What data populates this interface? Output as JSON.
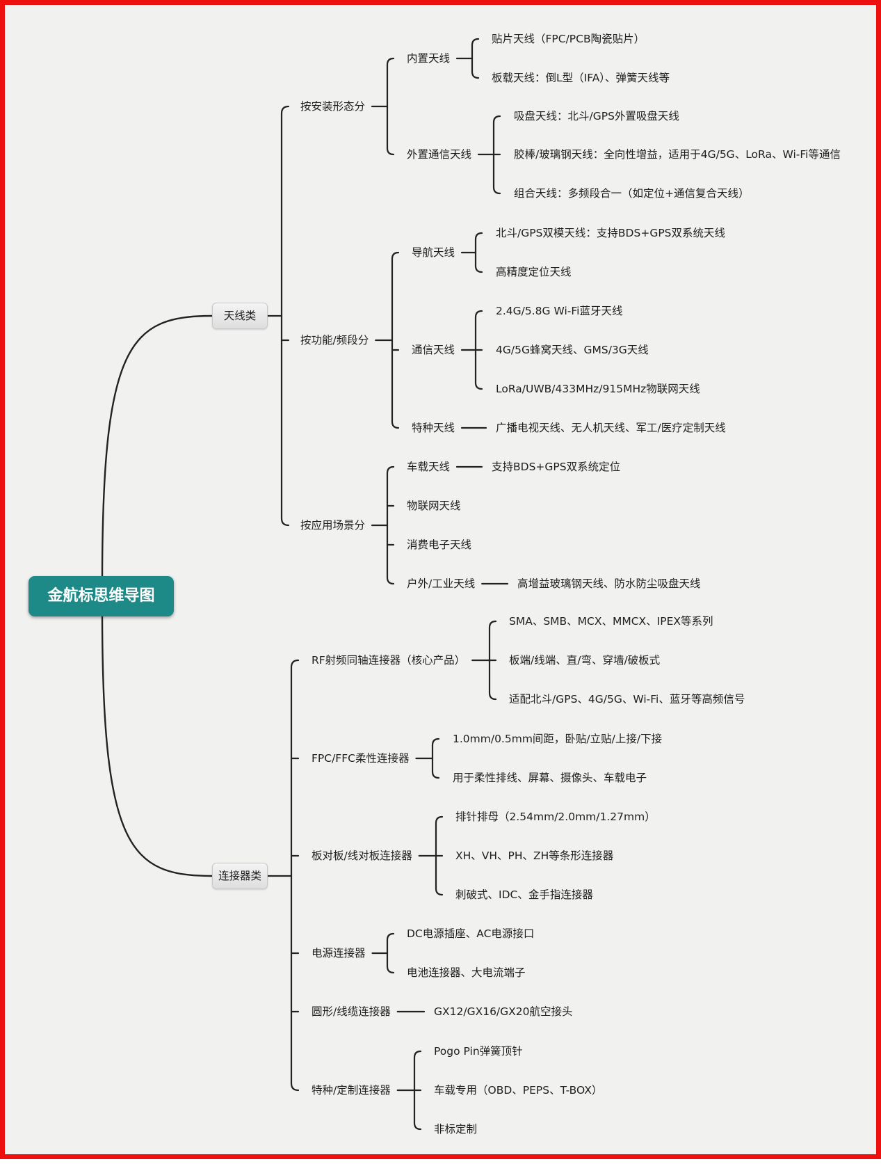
{
  "title": "金航标思维导图",
  "colors": {
    "frame": "#ee0f0f",
    "background": "#f1f1ef",
    "root": "#1d8a87",
    "lines": "#222222"
  },
  "branches": [
    {
      "label": "天线类",
      "children": [
        {
          "label": "按安装形态分",
          "children": [
            {
              "label": "内置天线",
              "children": [
                {
                  "label": "贴片天线（FPC/PCB陶瓷贴片）"
                },
                {
                  "label": "板载天线：倒L型（IFA）、弹簧天线等"
                }
              ]
            },
            {
              "label": "外置通信天线",
              "children": [
                {
                  "label": "吸盘天线：北斗/GPS外置吸盘天线"
                },
                {
                  "label": "胶棒/玻璃钢天线：全向性增益，适用于4G/5G、LoRa、Wi-Fi等通信"
                },
                {
                  "label": "组合天线：多频段合一（如定位+通信复合天线）"
                }
              ]
            }
          ]
        },
        {
          "label": "按功能/频段分",
          "children": [
            {
              "label": "导航天线",
              "children": [
                {
                  "label": "北斗/GPS双模天线：支持BDS+GPS双系统天线"
                },
                {
                  "label": "高精度定位天线"
                }
              ]
            },
            {
              "label": "通信天线",
              "children": [
                {
                  "label": "2.4G/5.8G Wi-Fi蓝牙天线"
                },
                {
                  "label": "4G/5G蜂窝天线、GMS/3G天线"
                },
                {
                  "label": "LoRa/UWB/433MHz/915MHz物联网天线"
                }
              ]
            },
            {
              "label": "特种天线",
              "children": [
                {
                  "label": "广播电视天线、无人机天线、军工/医疗定制天线"
                }
              ]
            }
          ]
        },
        {
          "label": "按应用场景分",
          "children": [
            {
              "label": "车载天线",
              "children": [
                {
                  "label": "支持BDS+GPS双系统定位"
                }
              ]
            },
            {
              "label": "物联网天线"
            },
            {
              "label": "消费电子天线"
            },
            {
              "label": "户外/工业天线",
              "children": [
                {
                  "label": "高增益玻璃钢天线、防水防尘吸盘天线"
                }
              ]
            }
          ]
        }
      ]
    },
    {
      "label": "连接器类",
      "children": [
        {
          "label": "RF射频同轴连接器（核心产品）",
          "children": [
            {
              "label": "SMA、SMB、MCX、MMCX、IPEX等系列"
            },
            {
              "label": "板端/线端、直/弯、穿墙/破板式"
            },
            {
              "label": "适配北斗/GPS、4G/5G、Wi-Fi、蓝牙等高频信号"
            }
          ]
        },
        {
          "label": "FPC/FFC柔性连接器",
          "children": [
            {
              "label": "1.0mm/0.5mm间距，卧贴/立贴/上接/下接"
            },
            {
              "label": "用于柔性排线、屏幕、摄像头、车载电子"
            }
          ]
        },
        {
          "label": "板对板/线对板连接器",
          "children": [
            {
              "label": "排针排母（2.54mm/2.0mm/1.27mm）"
            },
            {
              "label": "XH、VH、PH、ZH等条形连接器"
            },
            {
              "label": "刺破式、IDC、金手指连接器"
            }
          ]
        },
        {
          "label": "电源连接器",
          "children": [
            {
              "label": "DC电源插座、AC电源接口"
            },
            {
              "label": "电池连接器、大电流端子"
            }
          ]
        },
        {
          "label": "圆形/线缆连接器",
          "children": [
            {
              "label": "GX12/GX16/GX20航空接头"
            }
          ]
        },
        {
          "label": "特种/定制连接器",
          "children": [
            {
              "label": "Pogo Pin弹簧顶针"
            },
            {
              "label": "车载专用（OBD、PEPS、T-BOX）"
            },
            {
              "label": "非标定制"
            }
          ]
        }
      ]
    }
  ]
}
